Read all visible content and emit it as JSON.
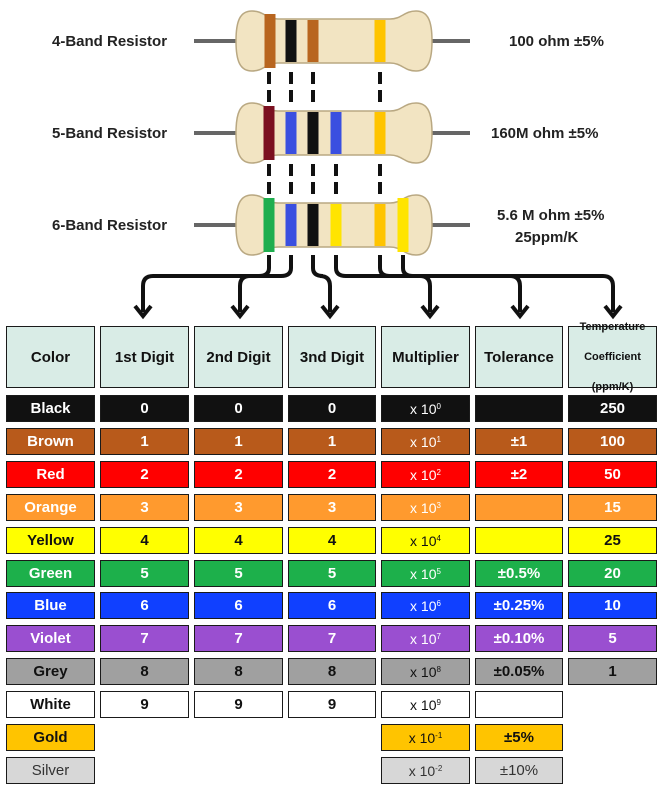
{
  "resistors": [
    {
      "label": "4-Band Resistor",
      "value": "100 ohm ±5%",
      "value2": "",
      "bands": [
        "#b8651f",
        "#111111",
        "#b8651f",
        "#ffc400"
      ]
    },
    {
      "label": "5-Band Resistor",
      "value": "160M ohm ±5%",
      "value2": "",
      "bands": [
        "#7b1020",
        "#3a4fe0",
        "#111111",
        "#3a4fe0",
        "#ffc400"
      ]
    },
    {
      "label": "6-Band Resistor",
      "value": "5.6 M ohm ±5%",
      "value2": "25ppm/K",
      "bands": [
        "#1fae4f",
        "#3a4fe0",
        "#111111",
        "#ffe400",
        "#ffc400",
        "#ffe400"
      ]
    }
  ],
  "headers": {
    "color": "Color",
    "d1": "1st Digit",
    "d2": "2nd Digit",
    "d3": "3nd Digit",
    "mult": "Multiplier",
    "tol": "Tolerance",
    "temp1": "Temperature",
    "temp2": "Coefficient",
    "temp3": "(ppm/K)"
  },
  "rows": [
    {
      "name": "Black",
      "bg": "#111111",
      "fg": "#ffffff",
      "d1": "0",
      "d2": "0",
      "d3": "0",
      "multBase": "x 10",
      "multExp": "0",
      "tol": "",
      "temp": "250"
    },
    {
      "name": "Brown",
      "bg": "#b85a1b",
      "fg": "#ffffff",
      "d1": "1",
      "d2": "1",
      "d3": "1",
      "multBase": "x 10",
      "multExp": "1",
      "tol": "±1",
      "temp": "100"
    },
    {
      "name": "Red",
      "bg": "#ff0000",
      "fg": "#ffffff",
      "d1": "2",
      "d2": "2",
      "d3": "2",
      "multBase": "x 10",
      "multExp": "2",
      "tol": "±2",
      "temp": "50"
    },
    {
      "name": "Orange",
      "bg": "#ff9a2e",
      "fg": "#ffffff",
      "d1": "3",
      "d2": "3",
      "d3": "3",
      "multBase": "x 10",
      "multExp": "3",
      "tol": "",
      "temp": "15"
    },
    {
      "name": "Yellow",
      "bg": "#ffff00",
      "fg": "#111111",
      "d1": "4",
      "d2": "4",
      "d3": "4",
      "multBase": "x 10",
      "multExp": "4",
      "tol": "",
      "temp": "25"
    },
    {
      "name": "Green",
      "bg": "#1db04b",
      "fg": "#ffffff",
      "d1": "5",
      "d2": "5",
      "d3": "5",
      "multBase": "x 10",
      "multExp": "5",
      "tol": "±0.5%",
      "temp": "20"
    },
    {
      "name": "Blue",
      "bg": "#1040ff",
      "fg": "#ffffff",
      "d1": "6",
      "d2": "6",
      "d3": "6",
      "multBase": "x 10",
      "multExp": "6",
      "tol": "±0.25%",
      "temp": "10"
    },
    {
      "name": "Violet",
      "bg": "#9a4fd0",
      "fg": "#ffffff",
      "d1": "7",
      "d2": "7",
      "d3": "7",
      "multBase": "x 10",
      "multExp": "7",
      "tol": "±0.10%",
      "temp": "5"
    },
    {
      "name": "Grey",
      "bg": "#a0a0a0",
      "fg": "#111111",
      "d1": "8",
      "d2": "8",
      "d3": "8",
      "multBase": "x 10",
      "multExp": "8",
      "tol": "±0.05%",
      "temp": "1"
    },
    {
      "name": "White",
      "bg": "#ffffff",
      "fg": "#111111",
      "d1": "9",
      "d2": "9",
      "d3": "9",
      "multBase": "x 10",
      "multExp": "9",
      "tol": "",
      "temp": null
    },
    {
      "name": "Gold",
      "bg": "#ffc400",
      "fg": "#111111",
      "d1": null,
      "d2": null,
      "d3": null,
      "multBase": "x 10",
      "multExp": "-1",
      "tol": "±5%",
      "temp": null
    },
    {
      "name": "Silver",
      "bg": "#d7d7d7",
      "fg": "#333333",
      "d1": null,
      "d2": null,
      "d3": null,
      "multBase": "x 10",
      "multExp": "-2",
      "tol": "±10%",
      "temp": null
    }
  ]
}
